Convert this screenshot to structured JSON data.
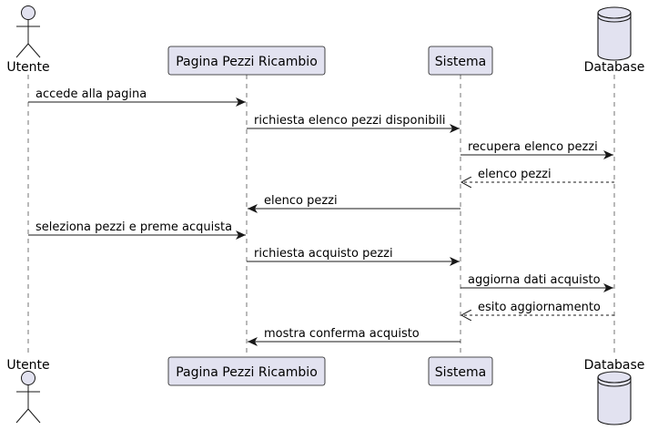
{
  "diagram": {
    "colors": {
      "participant_fill": "#E2E2F0",
      "participant_border": "#181818",
      "lifeline": "#181818",
      "arrow": "#181818",
      "background": "#FFFFFF"
    },
    "participants": [
      {
        "id": "utente",
        "label": "Utente",
        "kind": "actor",
        "icon": "actor-stick-figure-icon"
      },
      {
        "id": "pagina",
        "label": "Pagina Pezzi Ricambio",
        "kind": "participant"
      },
      {
        "id": "sistema",
        "label": "Sistema",
        "kind": "participant"
      },
      {
        "id": "database",
        "label": "Database",
        "kind": "database",
        "icon": "database-cylinder-icon"
      }
    ],
    "messages": [
      {
        "from": "utente",
        "to": "pagina",
        "text": "accede alla pagina",
        "style": "solid"
      },
      {
        "from": "pagina",
        "to": "sistema",
        "text": "richiesta elenco pezzi disponibili",
        "style": "solid"
      },
      {
        "from": "sistema",
        "to": "database",
        "text": "recupera elenco pezzi",
        "style": "solid"
      },
      {
        "from": "database",
        "to": "sistema",
        "text": "elenco pezzi",
        "style": "dashed"
      },
      {
        "from": "sistema",
        "to": "pagina",
        "text": "elenco pezzi",
        "style": "solid"
      },
      {
        "from": "utente",
        "to": "pagina",
        "text": "seleziona pezzi e preme acquista",
        "style": "solid"
      },
      {
        "from": "pagina",
        "to": "sistema",
        "text": "richiesta acquisto pezzi",
        "style": "solid"
      },
      {
        "from": "sistema",
        "to": "database",
        "text": "aggiorna dati acquisto",
        "style": "solid"
      },
      {
        "from": "database",
        "to": "sistema",
        "text": "esito aggiornamento",
        "style": "dashed"
      },
      {
        "from": "sistema",
        "to": "pagina",
        "text": "mostra conferma acquisto",
        "style": "solid"
      }
    ]
  }
}
